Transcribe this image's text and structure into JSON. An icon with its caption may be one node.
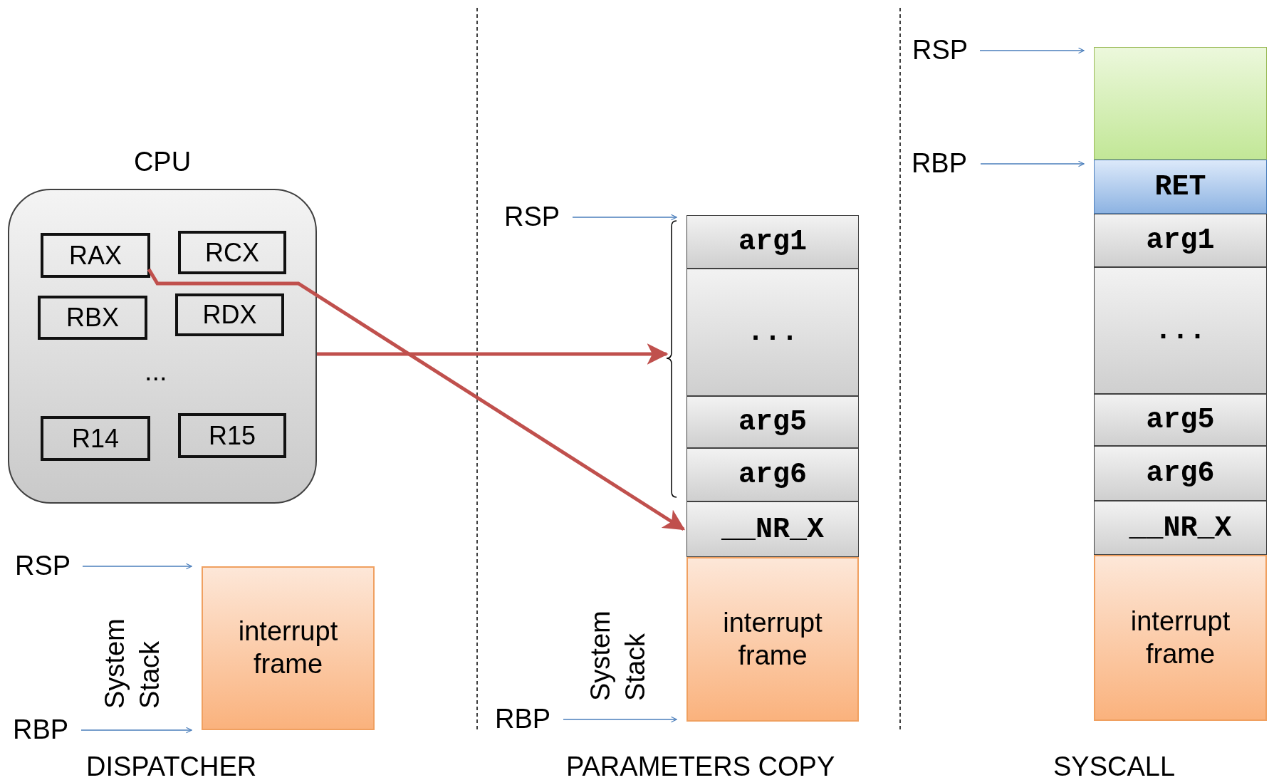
{
  "diagram": {
    "nodes": [
      {
        "text": [
          "CPU",
          "..."
        ]
      },
      {
        "text": [
          "RAX"
        ],
        "in": 0
      },
      {
        "text": [
          "RCX"
        ],
        "in": 0
      },
      {
        "text": [
          "RBX"
        ],
        "in": 0
      },
      {
        "text": [
          "RDX"
        ],
        "in": 0
      },
      {
        "text": [
          "R14"
        ],
        "in": 0
      },
      {
        "text": [
          "R15"
        ],
        "in": 0
      },
      {
        "text": [
          "RSP"
        ]
      },
      {
        "text": [
          "RBP"
        ]
      },
      {
        "text": [
          "interrupt frame"
        ]
      },
      {
        "text": [
          "RSP"
        ]
      },
      {
        "text": [
          "arg1"
        ]
      },
      {
        "text": [
          "..."
        ]
      },
      {
        "text": [
          "arg5"
        ]
      },
      {
        "text": [
          "arg6"
        ]
      },
      {
        "text": [
          "__NR_X"
        ]
      },
      {
        "text": [
          "interrupt frame"
        ]
      },
      {
        "text": [
          "RBP"
        ]
      },
      {
        "text": [
          "RSP"
        ]
      },
      {
        "text": [],
        "shape": "box"
      },
      {
        "text": [
          "RBP"
        ]
      },
      {
        "text": [
          "RET"
        ]
      },
      {
        "text": [
          "arg1"
        ]
      },
      {
        "text": [
          "..."
        ]
      },
      {
        "text": [
          "arg5"
        ]
      },
      {
        "text": [
          "arg6"
        ]
      },
      {
        "text": [
          "__NR_X"
        ]
      },
      {
        "text": [
          "interrupt frame"
        ]
      }
    ],
    "edges": [
      {
        "from": 7,
        "to": 9,
        "arrow": "to"
      },
      {
        "from": 8,
        "to": 9,
        "arrow": "to"
      },
      {
        "from": 0,
        "to": 12,
        "arrow": "to",
        "style": "thick",
        "color": "#c0504d"
      },
      {
        "from": 1,
        "to": 15,
        "arrow": "to",
        "style": "thick",
        "color": "#c0504d"
      },
      {
        "from": 10,
        "to": 11,
        "arrow": "to"
      },
      {
        "from": 17,
        "to": 16,
        "arrow": "to"
      },
      {
        "from": 18,
        "to": 19,
        "arrow": "to"
      },
      {
        "from": 20,
        "to": 21,
        "arrow": "to"
      }
    ],
    "labels": [
      "System Stack",
      "DISPATCHER",
      "System Stack",
      "PARAMETERS COPY",
      "SYSCALL"
    ]
  }
}
